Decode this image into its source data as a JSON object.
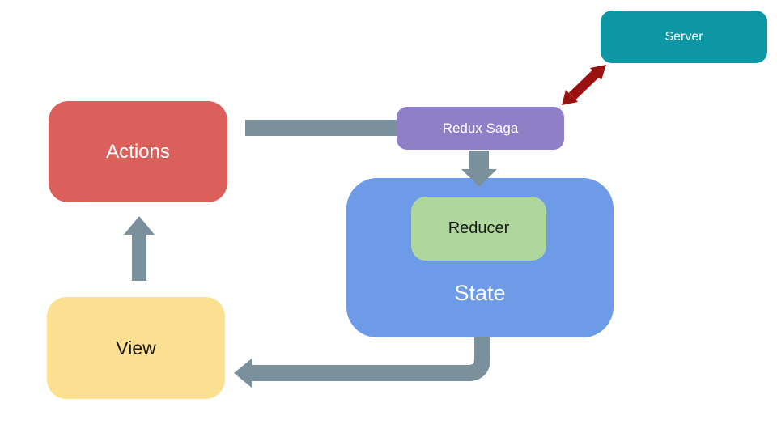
{
  "diagram": {
    "nodes": {
      "server": {
        "label": "Server"
      },
      "redux_saga": {
        "label": "Redux Saga"
      },
      "actions": {
        "label": "Actions"
      },
      "state": {
        "label": "State"
      },
      "reducer": {
        "label": "Reducer"
      },
      "view": {
        "label": "View"
      }
    },
    "edges": [
      {
        "from": "actions",
        "to": "redux_saga",
        "style": "thick-bar",
        "arrowheads": "none"
      },
      {
        "from": "redux_saga",
        "to": "server",
        "style": "diagonal",
        "arrowheads": "both",
        "color_key": "edge-accent"
      },
      {
        "from": "redux_saga",
        "to": "state",
        "style": "straight-down",
        "arrowheads": "end"
      },
      {
        "from": "state",
        "to": "view",
        "style": "elbow-left",
        "arrowheads": "end"
      },
      {
        "from": "view",
        "to": "actions",
        "style": "straight-up",
        "arrowheads": "end"
      }
    ]
  },
  "colors": {
    "canvas-bg": "#ffffff",
    "server-bg": "#0D96A3",
    "saga-bg": "#8E7FC6",
    "actions-bg": "#DB605C",
    "state-bg": "#6D9BE8",
    "reducer-bg": "#AFD69D",
    "view-bg": "#FBE092",
    "edge": "#7A909C",
    "edge-accent": "#9B1010",
    "text-light": "#ffffff",
    "text-dark": "#1a1a1a"
  }
}
